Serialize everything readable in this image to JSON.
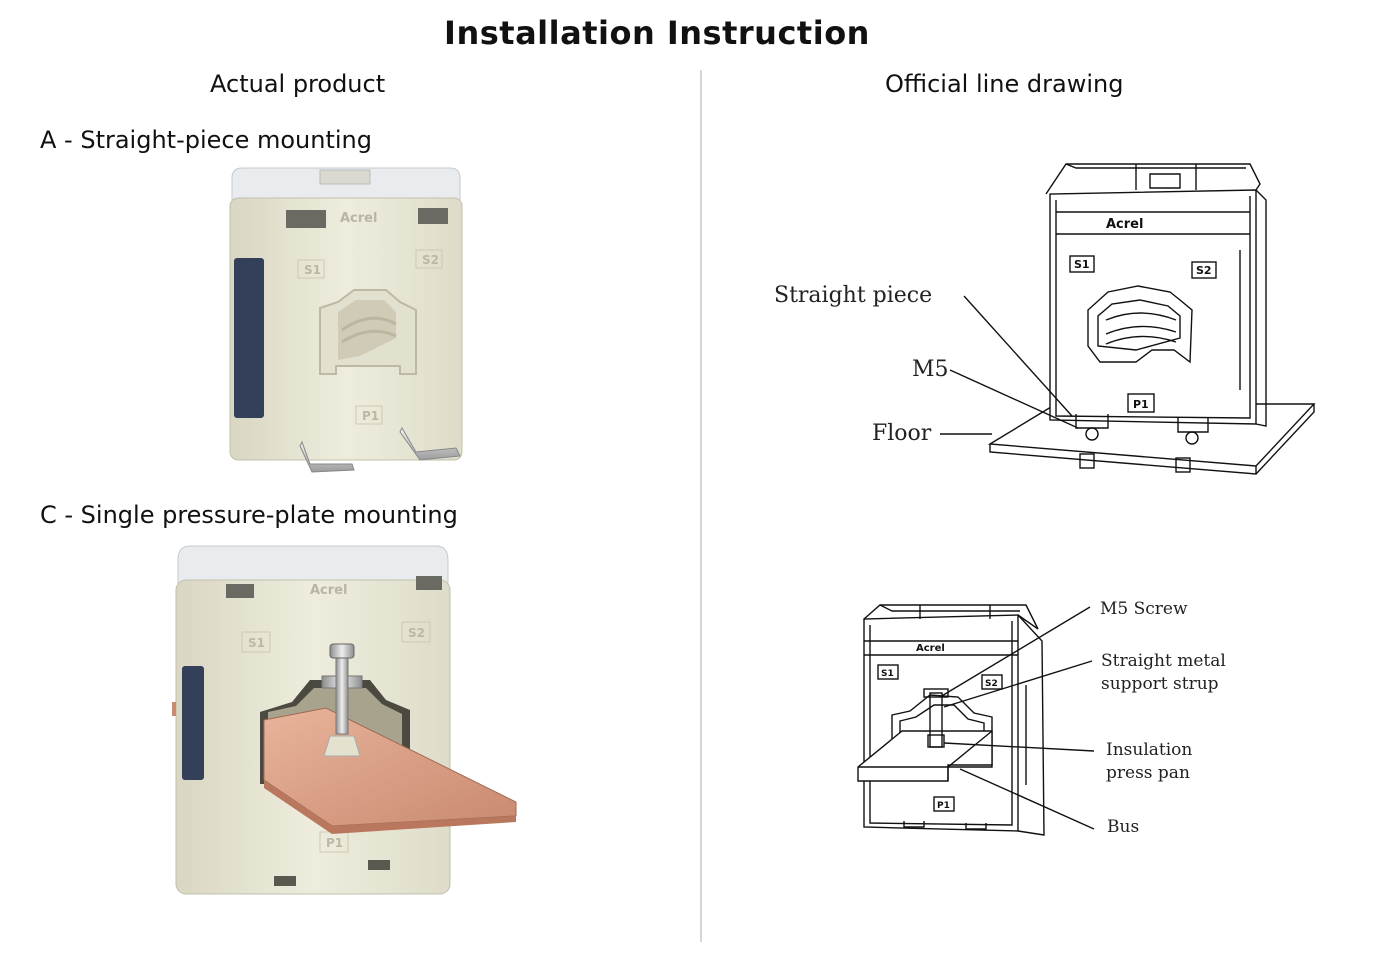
{
  "page": {
    "title": "Installation Instruction",
    "left_column_title": "Actual product",
    "right_column_title": "Official line drawing"
  },
  "section_a": {
    "heading": "A - Straight-piece mounting",
    "photo": {
      "brand": "Acrel",
      "labels": [
        "S1",
        "S2",
        "P1"
      ]
    },
    "drawing": {
      "brand": "Acrel",
      "labels": [
        "S1",
        "S2",
        "P1"
      ],
      "callouts": [
        "Straight piece",
        "M5",
        "Floor"
      ]
    }
  },
  "section_c": {
    "heading": "C - Single pressure-plate mounting",
    "photo": {
      "brand": "Acrel",
      "labels": [
        "S1",
        "S2",
        "P1"
      ]
    },
    "drawing": {
      "brand": "Acrel",
      "labels": [
        "S1",
        "S2",
        "P1"
      ],
      "callouts": [
        "M5 Screw",
        "Straight metal",
        "support strup",
        "Insulation",
        "press pan",
        "Bus"
      ]
    }
  }
}
